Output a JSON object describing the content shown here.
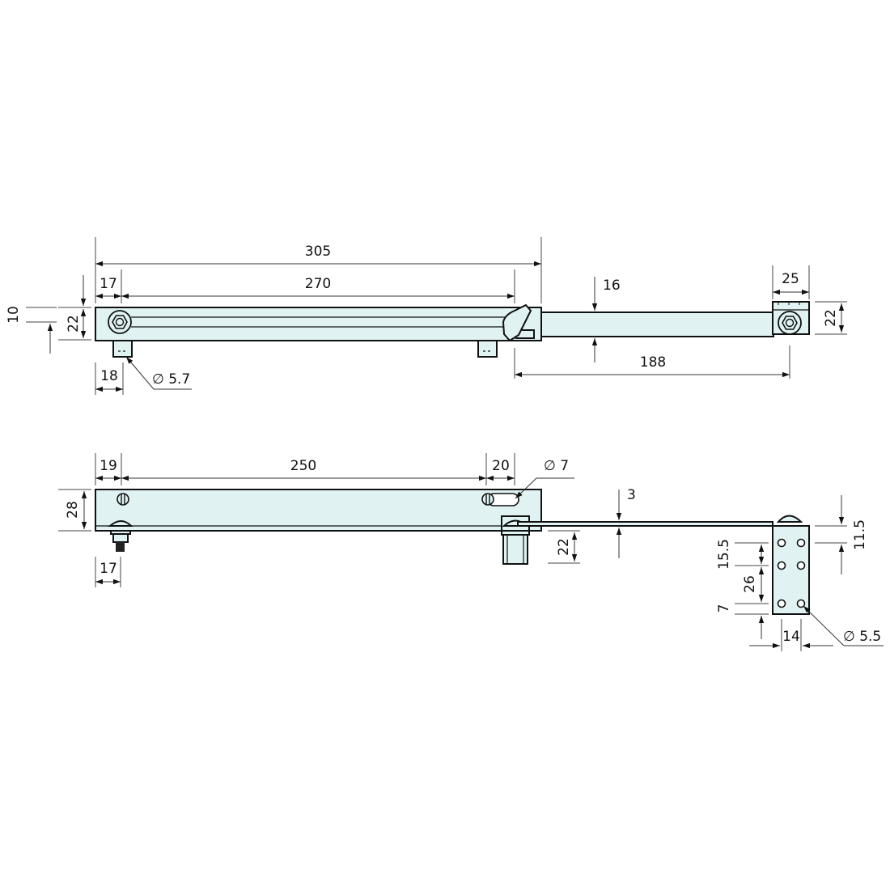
{
  "colors": {
    "part_fill": "#e0f2f2",
    "line": "#111111",
    "background": "#ffffff"
  },
  "top_view": {
    "dimensions": {
      "overall_length": "305",
      "slot_length": "270",
      "left_offset": "17",
      "height_left": "22",
      "offset_10": "10",
      "foot_width": "18",
      "foot_hole": "∅ 5.7",
      "arm_height": "16",
      "arm_length": "188",
      "end_block_width": "25",
      "end_block_height": "22"
    }
  },
  "side_view": {
    "dimensions": {
      "left_offset": "19",
      "slot_spacing": "250",
      "right_slot": "20",
      "slot_hole": "∅ 7",
      "body_height": "28",
      "bolt_offset": "17",
      "roller_height": "22",
      "plate_thickness": "3"
    }
  },
  "bracket_view": {
    "dimensions": {
      "top_offset": "11.5",
      "hole_spacing_1": "15.5",
      "hole_spacing_2": "26",
      "bottom_offset": "7",
      "hole_spacing_h": "14",
      "hole_diameter": "∅ 5.5"
    }
  }
}
